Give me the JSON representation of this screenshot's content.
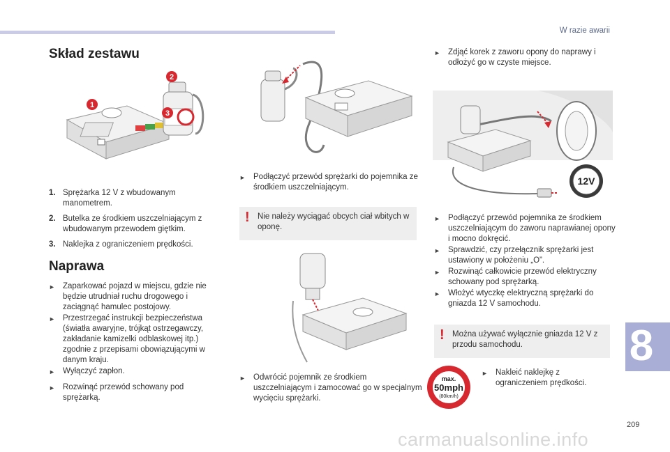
{
  "header": {
    "chapter_title": "W razie awarii"
  },
  "chapter_number": "8",
  "page_number": "209",
  "watermark": "carmanualsonline.info",
  "kit": {
    "title": "Skład zestawu",
    "callouts": [
      "1",
      "2",
      "3"
    ],
    "items": [
      {
        "num": "1.",
        "text": "Sprężarka 12 V z wbudowanym manometrem."
      },
      {
        "num": "2.",
        "text": "Butelka ze środkiem uszczelniającym z wbudowanym przewodem giętkim."
      },
      {
        "num": "3.",
        "text": "Naklejka z ograniczeniem prędkości."
      }
    ]
  },
  "repair": {
    "title": "Naprawa",
    "steps_a": [
      "Zaparkować pojazd w miejscu, gdzie nie będzie utrudniał ruchu drogowego i zaciągnąć hamulec postojowy.",
      "Przestrzegać instrukcji bezpieczeństwa (światła awaryjne, trójkąt ostrzegawczy, zakładanie kamizelki odblaskowej itp.) zgodnie z przepisami obowiązującymi w danym kraju.",
      "Wyłączyć zapłon."
    ],
    "steps_b": [
      "Rozwinąć przewód schowany pod sprężarką."
    ]
  },
  "col2": {
    "step_connect": "Podłączyć przewód sprężarki do pojemnika ze środkiem uszczelniającym.",
    "warning": "Nie należy wyciągać obcych ciał wbitych w oponę.",
    "step_invert": "Odwrócić pojemnik ze środkiem uszczelniającym i zamocować go w specjalnym wycięciu sprężarki."
  },
  "col3": {
    "step_cap": "Zdjąć korek z zaworu opony do naprawy i odłożyć go w czyste miejsce.",
    "socket_label": "12V",
    "steps": [
      "Podłączyć przewód pojemnika ze środkiem uszczelniającym do zaworu naprawianej opony i mocno dokręcić.",
      "Sprawdzić, czy przełącznik sprężarki jest ustawiony w położeniu „O”.",
      "Rozwinąć całkowicie przewód elektryczny schowany pod sprężarką.",
      "Włożyć wtyczkę elektryczną sprężarki do gniazda 12 V samochodu."
    ],
    "warning": "Można używać wyłącznie gniazda 12 V z przodu samochodu.",
    "sticker": {
      "line1": "max.",
      "line2": "50mph",
      "line3": "(80km/h)"
    },
    "step_sticker": "Nakleić naklejkę z ograniczeniem prędkości."
  },
  "colors": {
    "accent_bar": "#c9cbe7",
    "chapter_tab": "#a9aed6",
    "callout": "#d7282f",
    "warning_mark": "#d7282f",
    "warning_bg": "#eeeeee"
  },
  "icons": {
    "bullet": "triangle-right-bullet",
    "warning": "exclamation-icon"
  }
}
